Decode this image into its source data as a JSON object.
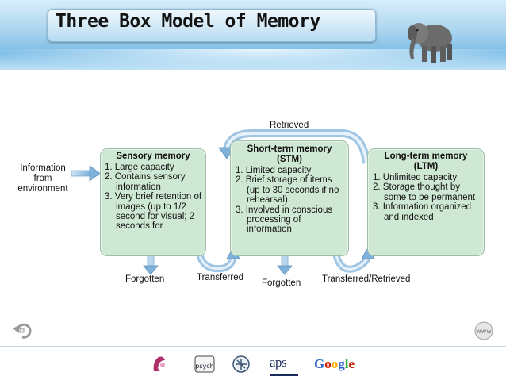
{
  "header": {
    "title": "Three Box Model of Memory"
  },
  "diagram": {
    "input_label": "Information from environment",
    "retrieved_label": "Retrieved",
    "boxes": [
      {
        "title": "Sensory memory",
        "items": [
          "1. Large capacity",
          "2. Contains sensory information",
          "3. Very brief retention of images (up to 1/2 second for visual; 2 seconds for"
        ]
      },
      {
        "title": "Short-term memory (STM)",
        "items": [
          "1. Limited capacity",
          "2. Brief storage of items (up to 30 seconds if no rehearsal)",
          "3. Involved in conscious processing of information"
        ]
      },
      {
        "title": "Long-term memory (LTM)",
        "items": [
          "1. Unlimited capacity",
          "2. Storage thought by some to be permanent",
          "3. Information organized and indexed"
        ]
      }
    ],
    "bottom_labels": {
      "forgotten_1": "Forgotten",
      "transferred": "Transferred",
      "forgotten_2": "Forgotten",
      "transferred_retrieved": "Transferred/Retrieved"
    }
  },
  "footer": {
    "logos": [
      "apa-logo-icon",
      "psych-logo-icon",
      "society-logo-icon",
      "aps-logo",
      "Google"
    ],
    "aps_text": "aps",
    "google_text": "Google",
    "google_colors": [
      "#3366cc",
      "#cc2200",
      "#ffaa00",
      "#3366cc",
      "#33aa33",
      "#cc2200"
    ]
  },
  "nav": {
    "back_icon": "back-arrow-icon",
    "web_icon": "www-icon"
  }
}
